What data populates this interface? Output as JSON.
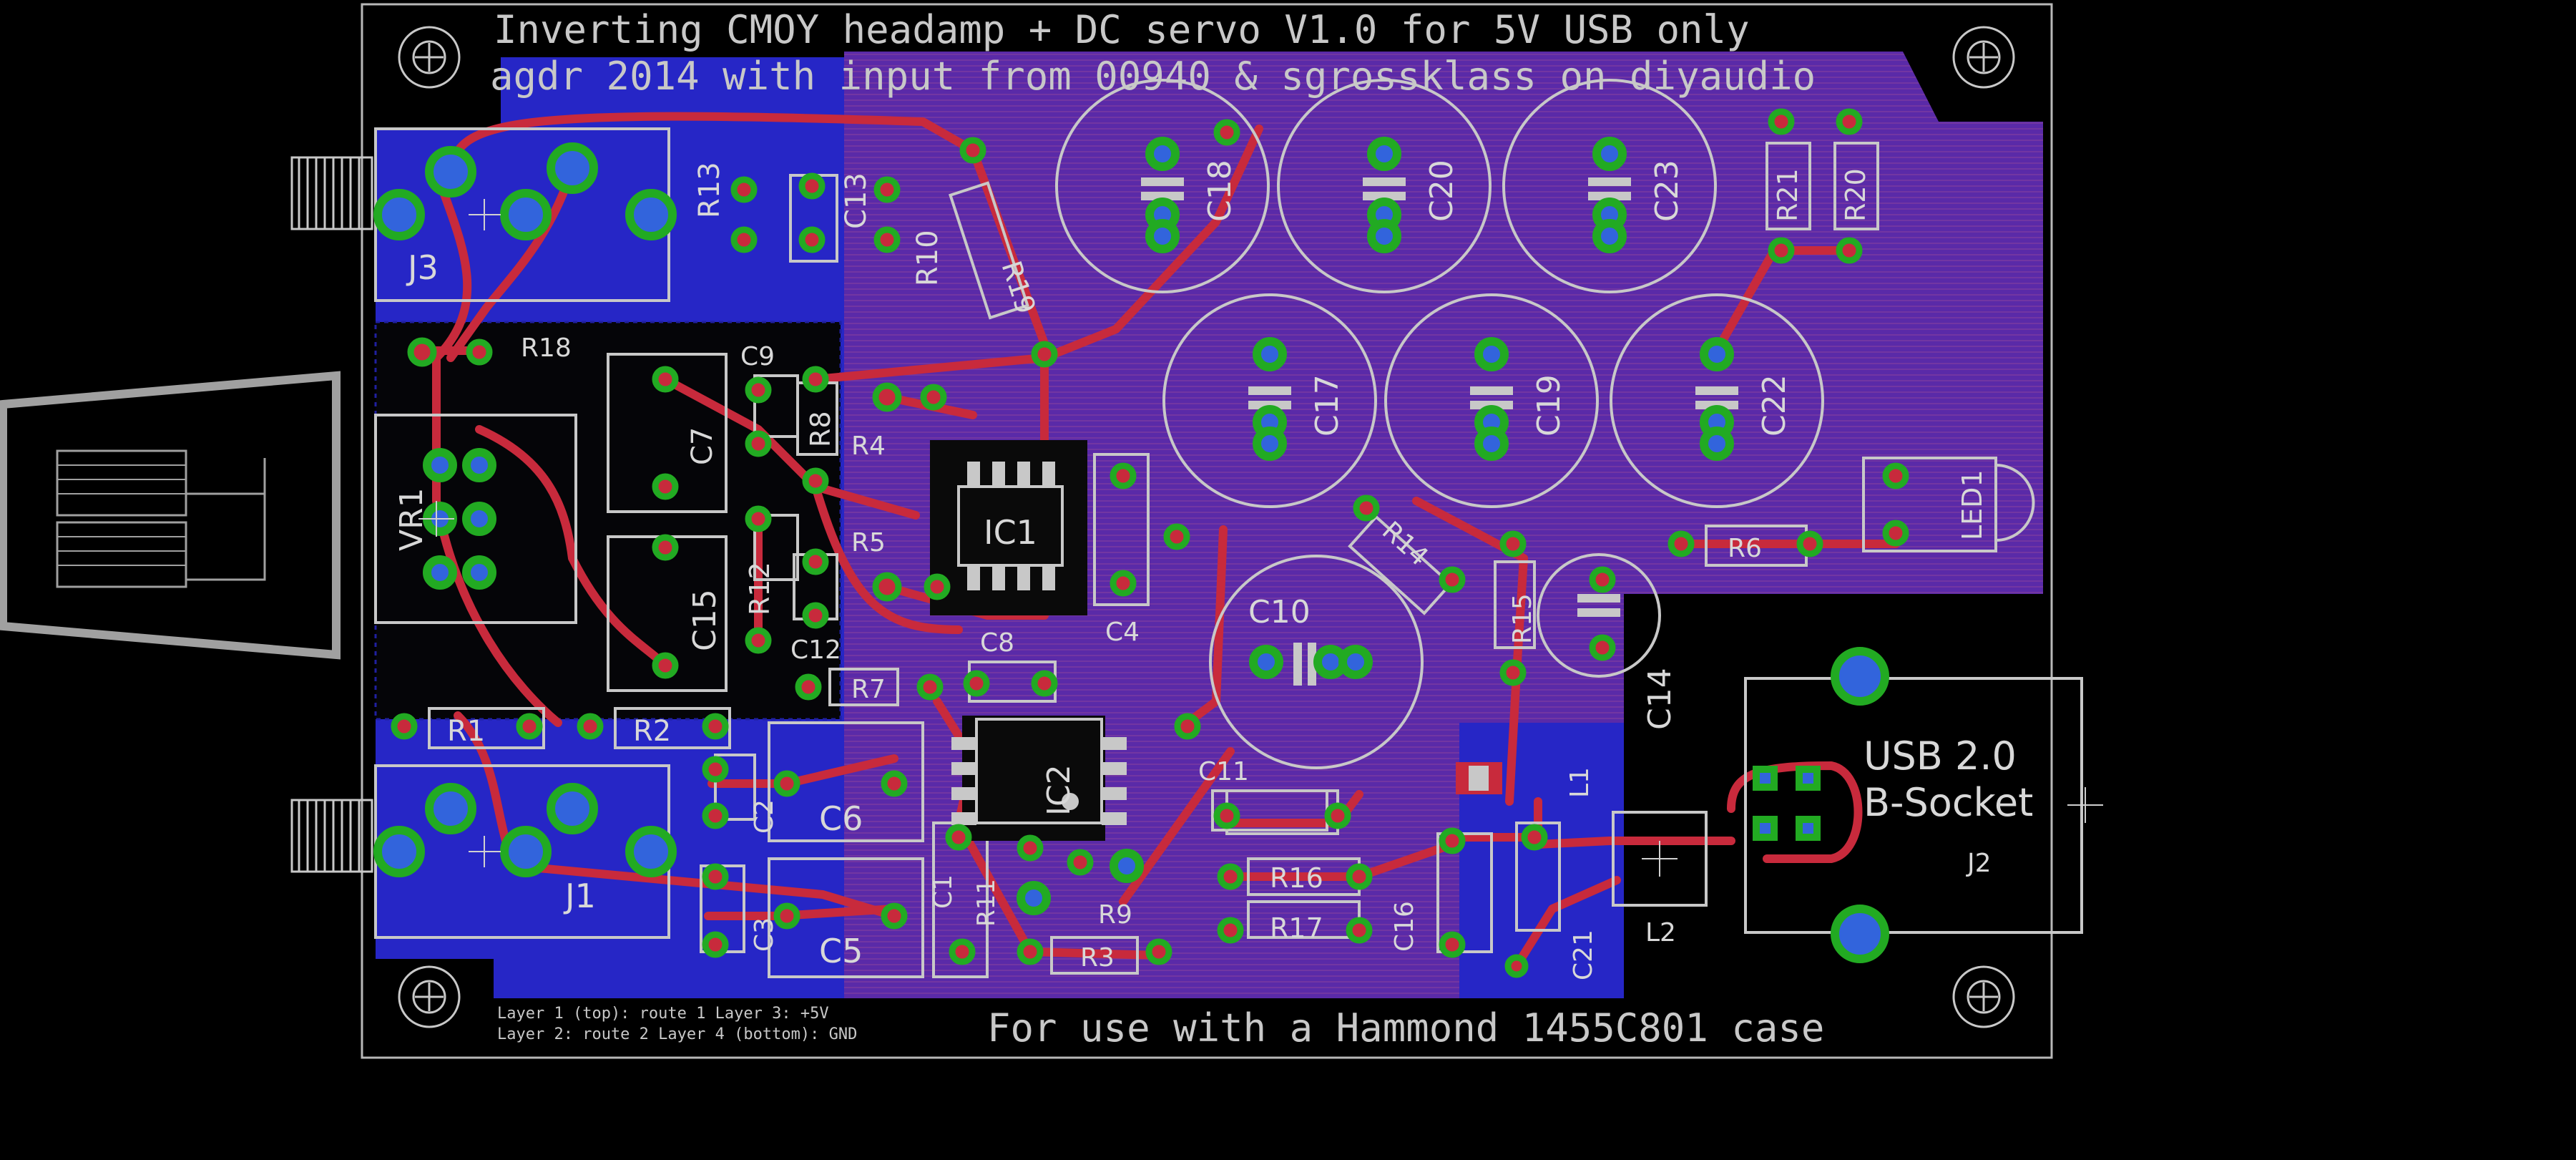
{
  "board": {
    "title_line_1": "Inverting CMOY headamp + DC servo V1.0 for 5V USB only",
    "title_line_2": "agdr 2014 with input from 00940 & sgrossklass on diyaudio",
    "layer_note_1": "Layer 1 (top): route 1   Layer 3: +5V",
    "layer_note_2": "Layer 2: route 2   Layer 4 (bottom): GND",
    "footer_text": "For use with a Hammond 1455C801 case",
    "usb_label_1": "USB 2.0",
    "usb_label_2": "B-Socket"
  },
  "components": {
    "j3": "J3",
    "j1": "J1",
    "j2": "J2",
    "vr1": "VR1",
    "r13": "R13",
    "c13": "C13",
    "r10": "R10",
    "r19": "R19",
    "r18": "R18",
    "c9": "C9",
    "c7": "C7",
    "r8": "R8",
    "r4": "R4",
    "r5": "R5",
    "ic1": "IC1",
    "ic2": "IC2",
    "c4": "C4",
    "c8": "C8",
    "c15": "C15",
    "r12": "R12",
    "c12": "C12",
    "r7": "R7",
    "r1": "R1",
    "r2": "R2",
    "c2": "C2",
    "c3": "C3",
    "c6": "C6",
    "c5": "C5",
    "c1": "C1",
    "r11": "R11",
    "r9": "R9",
    "r3": "R3",
    "c11": "C11",
    "r16": "R16",
    "r17": "R17",
    "c16": "C16",
    "c21": "C21",
    "l1": "L1",
    "l2": "L2",
    "c10": "C10",
    "c14": "C14",
    "r14": "R14",
    "r15": "R15",
    "r6": "R6",
    "led1": "LED1",
    "c18": "C18",
    "c20": "C20",
    "c23": "C23",
    "c17": "C17",
    "c19": "C19",
    "c22": "C22",
    "r21": "R21",
    "r20": "R20"
  },
  "colors": {
    "background": "#000000",
    "copper_gnd": "#2323c8",
    "copper_plane": "#5a28a0",
    "trace": "#c82a3c",
    "pad": "#22aa22",
    "drill": "#3264dc",
    "silkscreen": "#c8c8c8"
  }
}
